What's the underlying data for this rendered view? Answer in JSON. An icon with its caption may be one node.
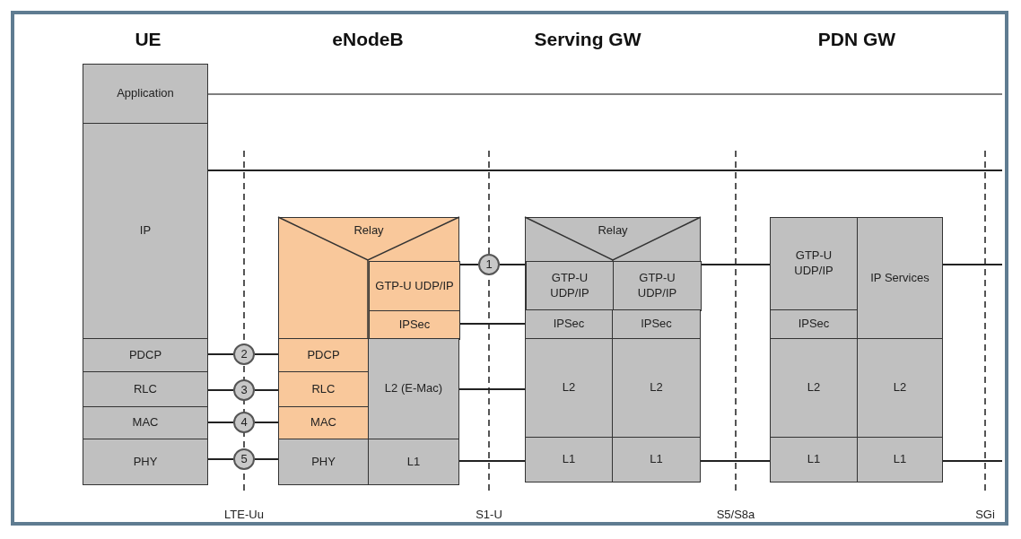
{
  "diagram": {
    "nodes": [
      {
        "text": [
          "Application"
        ]
      },
      {
        "text": [
          "IP"
        ]
      },
      {
        "text": [
          "PDCP"
        ]
      },
      {
        "text": [
          "RLC"
        ]
      },
      {
        "text": [
          "MAC"
        ]
      },
      {
        "text": [
          "PHY"
        ]
      },
      {
        "text": [
          "Relay"
        ]
      },
      {
        "text": [
          "GTP-U UDP/IP"
        ],
        "in": 6
      },
      {
        "text": [
          "IPSec"
        ],
        "in": 6
      },
      {
        "text": [
          "PDCP"
        ]
      },
      {
        "text": [
          "RLC"
        ]
      },
      {
        "text": [
          "MAC"
        ]
      },
      {
        "text": [
          "L2 (E-Mac)"
        ]
      },
      {
        "text": [
          "PHY"
        ]
      },
      {
        "text": [
          "L1"
        ]
      },
      {
        "text": [
          "1"
        ]
      },
      {
        "text": [
          "2"
        ]
      },
      {
        "text": [
          "3"
        ]
      },
      {
        "text": [
          "4"
        ]
      },
      {
        "text": [
          "5"
        ]
      },
      {
        "text": [
          "Relay"
        ]
      },
      {
        "text": [
          "GTP-U UDP/IP"
        ],
        "in": 20
      },
      {
        "text": [
          "GTP-U UDP/IP"
        ],
        "in": 20
      },
      {
        "text": [
          "IPSec"
        ]
      },
      {
        "text": [
          "IPSec"
        ]
      },
      {
        "text": [
          "L2"
        ]
      },
      {
        "text": [
          "L2"
        ]
      },
      {
        "text": [
          "L1"
        ]
      },
      {
        "text": [
          "L1"
        ]
      },
      {
        "text": [
          "GTP-U UDP/IP"
        ]
      },
      {
        "text": [
          "IP Services"
        ]
      },
      {
        "text": [
          "IPSec"
        ]
      },
      {
        "text": [
          "L2"
        ]
      },
      {
        "text": [
          "L2"
        ]
      },
      {
        "text": [
          "L1"
        ]
      },
      {
        "text": [
          "L1"
        ]
      }
    ],
    "edges": [
      {
        "from": 0,
        "to": null,
        "arrow": "none",
        "color": "#7f7f7f"
      },
      {
        "from": 1,
        "to": null,
        "arrow": "none"
      },
      {
        "from": 2,
        "to": 16,
        "arrow": "none"
      },
      {
        "from": 16,
        "to": 9,
        "arrow": "none"
      },
      {
        "from": 3,
        "to": 17,
        "arrow": "none"
      },
      {
        "from": 17,
        "to": 10,
        "arrow": "none"
      },
      {
        "from": 4,
        "to": 18,
        "arrow": "none"
      },
      {
        "from": 18,
        "to": 11,
        "arrow": "none"
      },
      {
        "from": 5,
        "to": 19,
        "arrow": "none"
      },
      {
        "from": 19,
        "to": 13,
        "arrow": "none"
      },
      {
        "from": 7,
        "to": 15,
        "arrow": "none"
      },
      {
        "from": 15,
        "to": 21,
        "arrow": "none"
      },
      {
        "from": 8,
        "to": 23,
        "arrow": "none"
      },
      {
        "from": 12,
        "to": 25,
        "arrow": "none"
      },
      {
        "from": 14,
        "to": 27,
        "arrow": "none"
      },
      {
        "from": 22,
        "to": 29,
        "arrow": "none"
      },
      {
        "from": 28,
        "to": 34,
        "arrow": "none"
      },
      {
        "from": 30,
        "to": null,
        "arrow": "none"
      },
      {
        "from": 35,
        "to": null,
        "arrow": "none"
      }
    ],
    "labels": [
      "UE",
      "eNodeB",
      "Serving GW",
      "PDN GW",
      "LTE-Uu",
      "S1-U",
      "S5/S8a",
      "SGi"
    ]
  }
}
